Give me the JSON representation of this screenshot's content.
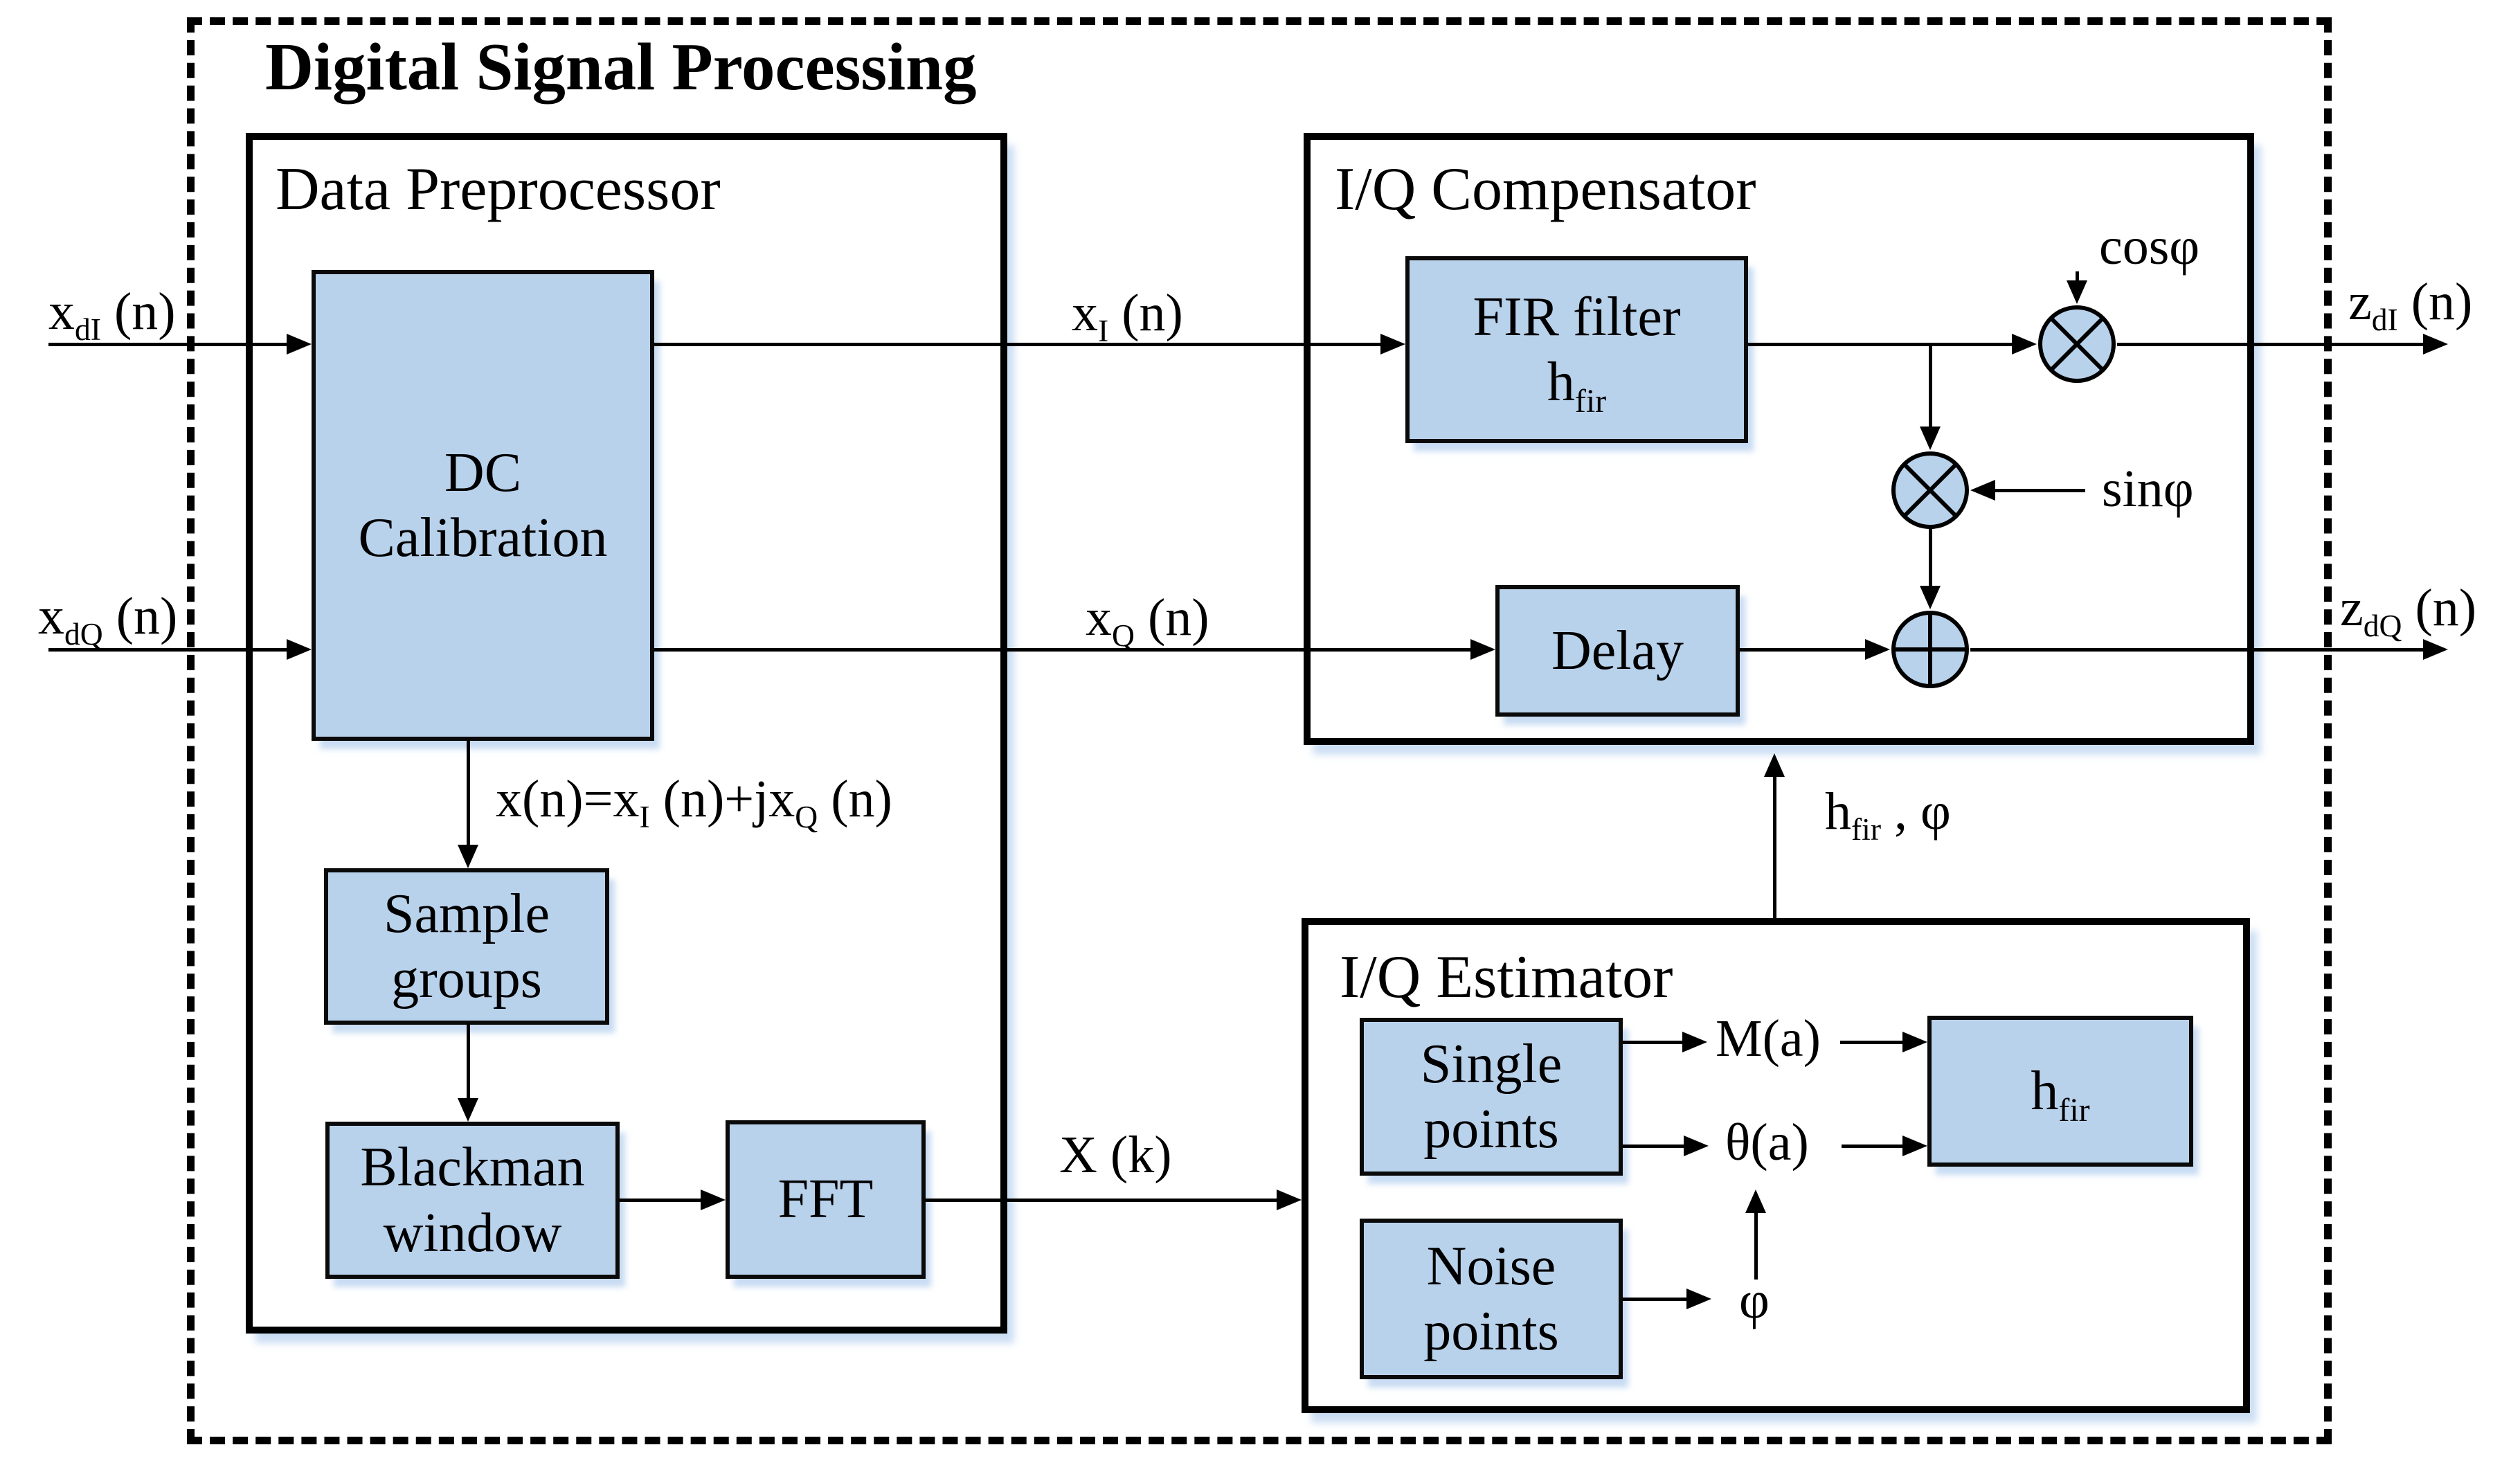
{
  "title": "Digital Signal Processing",
  "colors": {
    "block_fill": "#b9d2ec",
    "line": "#000000",
    "background": "#ffffff",
    "glow": "#cfe0f4"
  },
  "sections": {
    "preprocessor": {
      "label": "Data Preprocessor"
    },
    "compensator": {
      "label": "I/Q Compensator"
    },
    "estimator": {
      "label": "I/Q Estimator"
    }
  },
  "blocks": {
    "dc_calibration": {
      "lines": [
        "DC",
        "Calibration"
      ]
    },
    "sample_groups": {
      "lines": [
        "Sample",
        "groups"
      ]
    },
    "blackman_window": {
      "lines": [
        "Blackman",
        "window"
      ]
    },
    "fft": {
      "label": "FFT"
    },
    "fir_filter": {
      "lines": [
        "FIR filter",
        "h_{fir}"
      ]
    },
    "delay": {
      "label": "Delay"
    },
    "single_points": {
      "lines": [
        "Single",
        "points"
      ]
    },
    "noise_points": {
      "lines": [
        "Noise",
        "points"
      ]
    },
    "hfir": {
      "label": "h_{fir}"
    }
  },
  "signals": {
    "input_i": "x_{dI} (n)",
    "input_q": "x_{dQ} (n)",
    "x_i": "x_{I} (n)",
    "x_q": "x_{Q} (n)",
    "x_complex": "x(n)=x_{I} (n)+jx_{Q} (n)",
    "x_k": "X (k)",
    "z_i": "z_{dI} (n)",
    "z_q": "z_{dQ} (n)",
    "cos_phi": "cosφ",
    "sin_phi": "sinφ",
    "m_a": "M(a)",
    "theta_a": "θ(a)",
    "phi": "φ",
    "hfir_phi": "h_{fir} , φ"
  },
  "icons": {
    "multiplier": "multiply-circle",
    "adder": "plus-circle",
    "arrowhead": "filled-triangle"
  }
}
